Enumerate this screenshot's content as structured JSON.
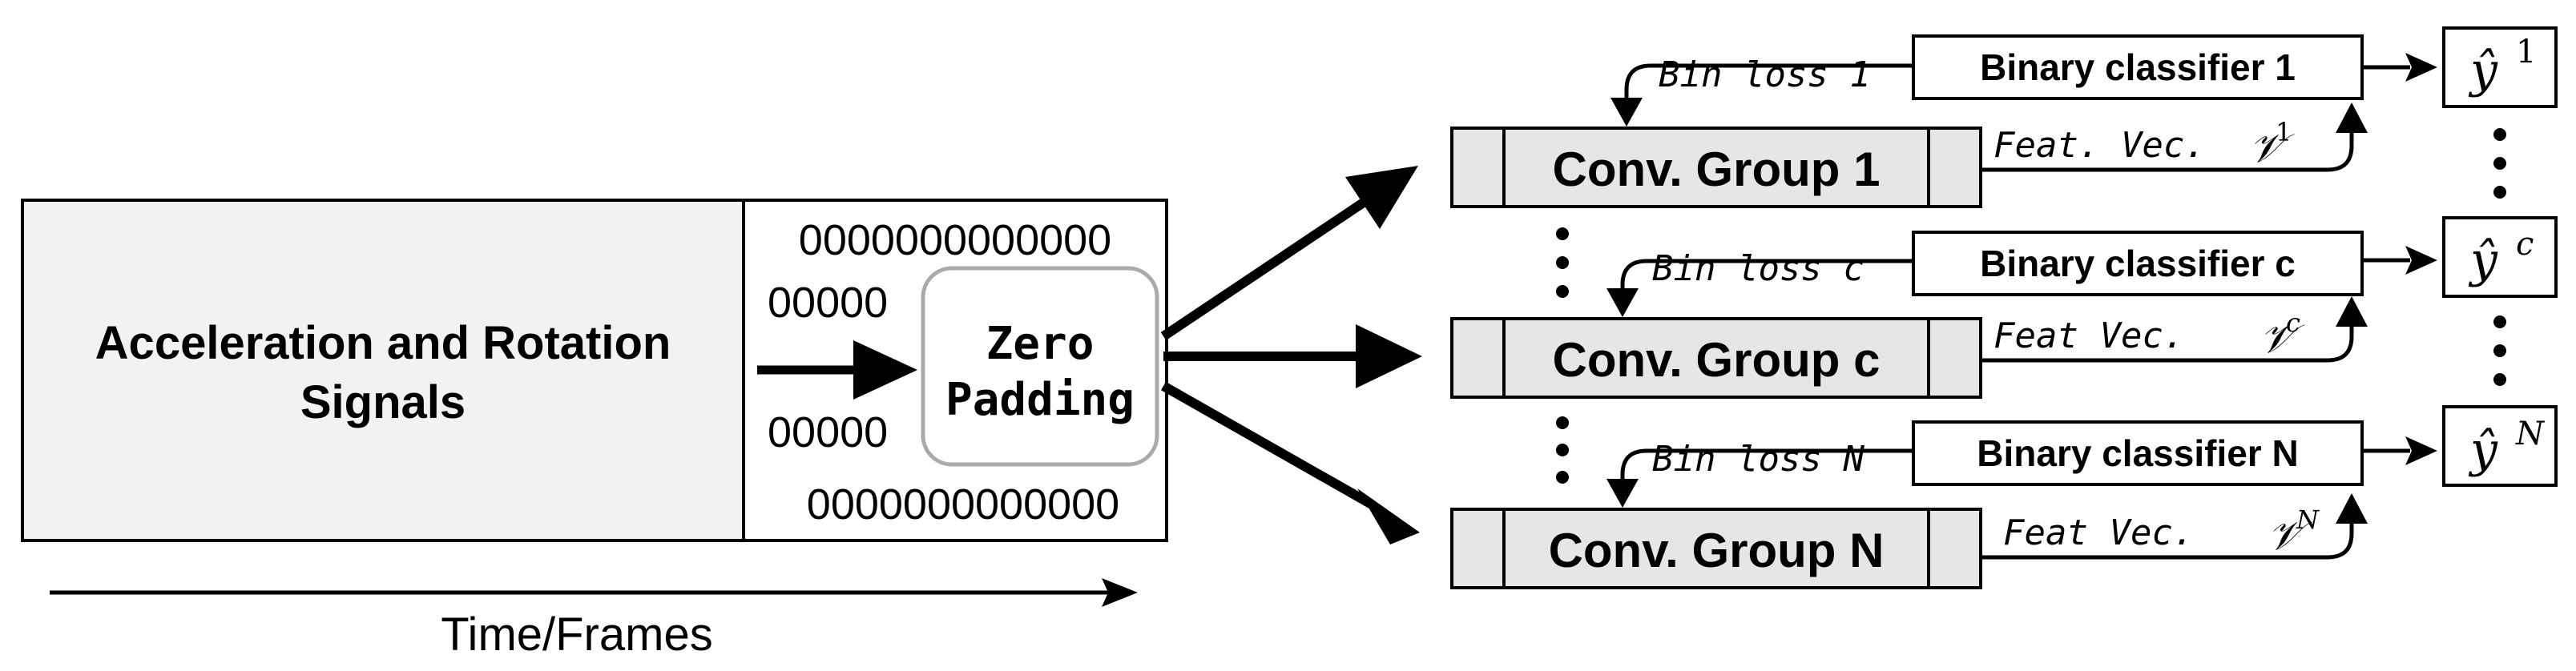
{
  "signals_label_line1": "Acceleration and Rotation",
  "signals_label_line2": "Signals",
  "zero_rows": {
    "top": "0000000000000",
    "left_upper": "00000",
    "left_lower": "00000",
    "bottom": "0000000000000"
  },
  "zero_padding_line1": "Zero",
  "zero_padding_line2": "Padding",
  "time_label": "Time/Frames",
  "branches": [
    {
      "group": "Conv. Group 1",
      "loss": "Bin loss 1",
      "classifier": "Binary classifier 1",
      "feat_prefix": "Feat. Vec.",
      "feat_sup": "1",
      "output_sup": "1"
    },
    {
      "group": "Conv. Group c",
      "loss": "Bin loss c",
      "classifier": "Binary classifier c",
      "feat_prefix": "Feat Vec.",
      "feat_sup": "c",
      "output_sup": "c"
    },
    {
      "group": "Conv. Group N",
      "loss": "Bin loss N",
      "classifier": "Binary classifier N",
      "feat_prefix": "Feat Vec.",
      "feat_sup": "N",
      "output_sup": "N"
    }
  ],
  "symbols": {
    "feat_vector": "𝒱",
    "output": "ŷ"
  },
  "colors": {
    "box_fill": "#f2f2f2",
    "conv_fill": "#e6e6e6",
    "stroke": "#000000",
    "rounded_border": "#aaaaaa"
  }
}
